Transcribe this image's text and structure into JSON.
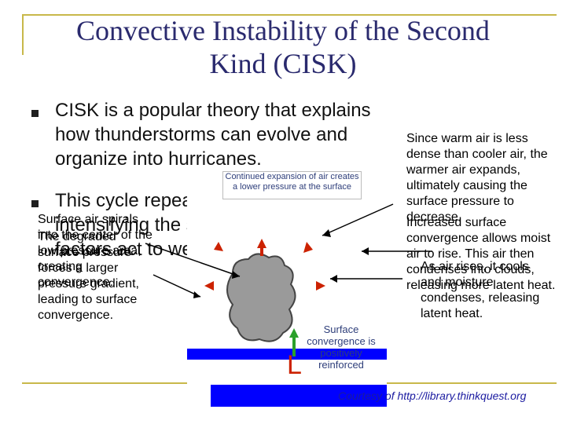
{
  "title": "Convective Instability of the Second Kind (CISK)",
  "bullets": [
    "CISK is a popular theory that explains how thunderstorms can evolve and organize into hurricanes.",
    "This cycle repeats itself, each time intensifying the storm until other factors act to weaken it."
  ],
  "left_note": "Surface air spirals into the center of the low pressure area, creating convergence.",
  "left_overlap_1": "The degraded surface pressure forces a larger pressure gradient, leading to surface convergence.",
  "right_note_1": "Since warm air is less dense than cooler air, the warmer air expands, ultimately causing the surface pressure to decrease.",
  "right_note_2": "Increased surface convergence allows moist air to rise. This air then condenses into clouds, releasing more latent heat.",
  "right_note_3": "As air rises, it cools and moisture condenses, releasing latent heat.",
  "figure": {
    "top_caption": "Continued expansion of air creates a lower pressure at the surface",
    "bottom_caption": "Surface convergence is positively reinforced",
    "low_symbol": "L"
  },
  "credit": "Courtesy of http://library.thinkquest.org",
  "colors": {
    "title": "#2a2a6e",
    "arrow": "#cc2200",
    "green": "#2aa02a",
    "blue": "#0000ff",
    "cloud": "#9a9a9a"
  }
}
